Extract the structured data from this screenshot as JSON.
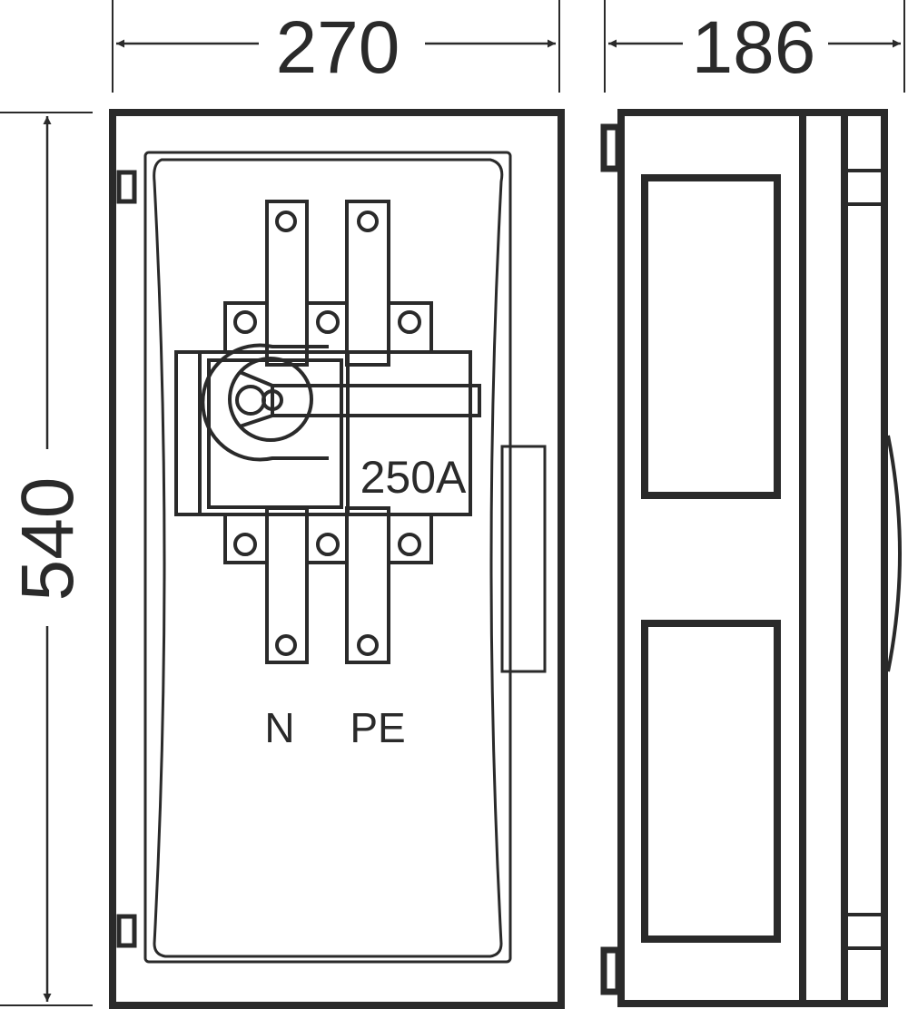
{
  "dimensions": {
    "width": "270",
    "depth": "186",
    "height": "540"
  },
  "labels": {
    "rating": "250A",
    "neutral": "N",
    "protective_earth": "PE"
  },
  "colors": {
    "line": "#2a2a2a",
    "background": "#ffffff"
  }
}
